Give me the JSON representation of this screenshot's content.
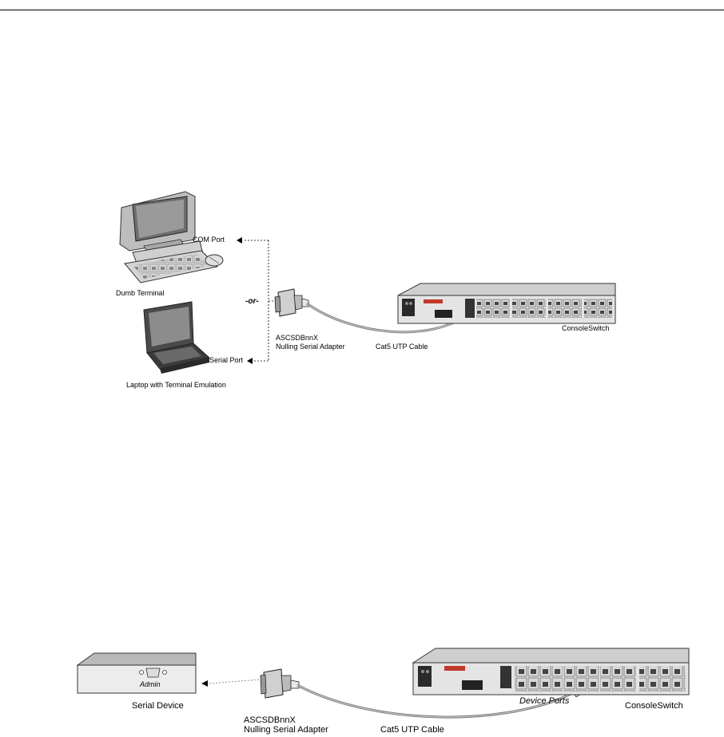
{
  "diagram1": {
    "com_port": "COM Port",
    "dumb_terminal": "Dumb Terminal",
    "or": "-or-",
    "serial_port": "Serial Port",
    "laptop": "Laptop with Terminal Emulation",
    "adapter_model": "ASCSDBnnX",
    "adapter_name": "Nulling Serial Adapter",
    "cable": "Cat5 UTP Cable",
    "switch": "ConsoleSwitch"
  },
  "diagram2": {
    "admin": "Admin",
    "serial_device": "Serial Device",
    "adapter_model": "ASCSDBnnX",
    "adapter_name": "Nulling Serial Adapter",
    "cable": "Cat5 UTP Cable",
    "device_ports": "Device Ports",
    "switch": "ConsoleSwitch"
  }
}
